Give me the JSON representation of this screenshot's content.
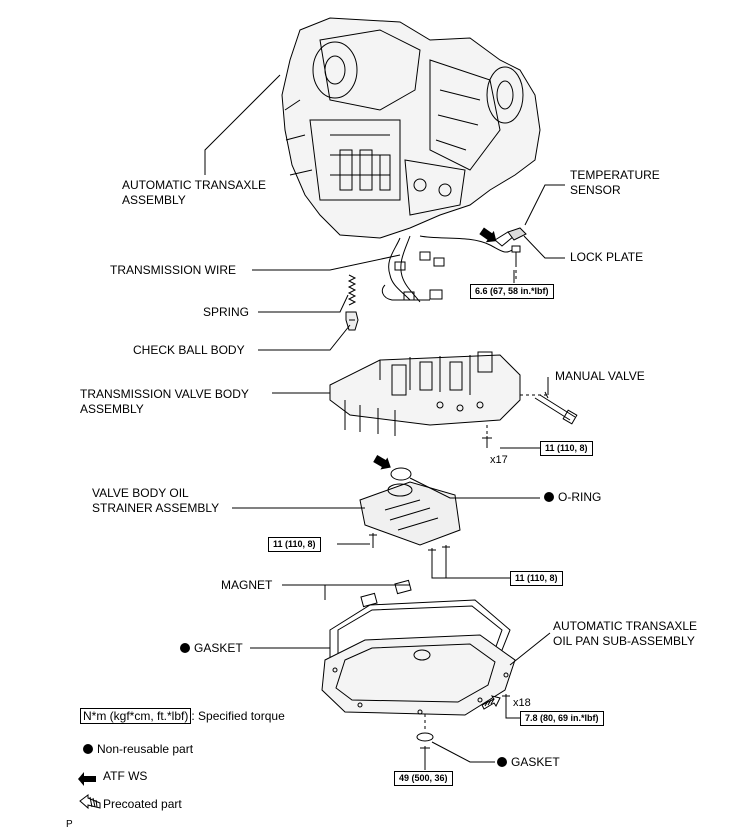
{
  "parts": {
    "transaxle": "AUTOMATIC TRANSAXLE\nASSEMBLY",
    "temperature_sensor": "TEMPERATURE\nSENSOR",
    "lock_plate": "LOCK PLATE",
    "transmission_wire": "TRANSMISSION WIRE",
    "spring": "SPRING",
    "check_ball_body": "CHECK BALL BODY",
    "manual_valve": "MANUAL VALVE",
    "valve_body": "TRANSMISSION VALVE BODY\nASSEMBLY",
    "o_ring": "O-RING",
    "strainer": "VALVE BODY OIL\nSTRAINER ASSEMBLY",
    "magnet": "MAGNET",
    "gasket_pan": "GASKET",
    "oil_pan": "AUTOMATIC TRANSAXLE\nOIL PAN SUB-ASSEMBLY",
    "gasket_drain": "GASKET"
  },
  "torques": {
    "temp_sensor_bolt": "6.6 (67, 58 in.*lbf)",
    "valve_body_bolts": "11 (110, 8)",
    "strainer_bolt_left": "11 (110, 8)",
    "strainer_bolts_right": "11 (110, 8)",
    "oil_pan_bolts": "7.8 (80, 69 in.*lbf)",
    "drain_plug": "49 (500, 36)"
  },
  "counts": {
    "valve_body_bolts": "x17",
    "oil_pan_bolts": "x18"
  },
  "legend": {
    "specified_unit": "N*m (kgf*cm, ft.*lbf)",
    "specified_text": ": Specified torque",
    "non_reusable": "Non-reusable part",
    "atf": "ATF WS",
    "precoated": "Precoated part"
  },
  "footer_code": "P"
}
